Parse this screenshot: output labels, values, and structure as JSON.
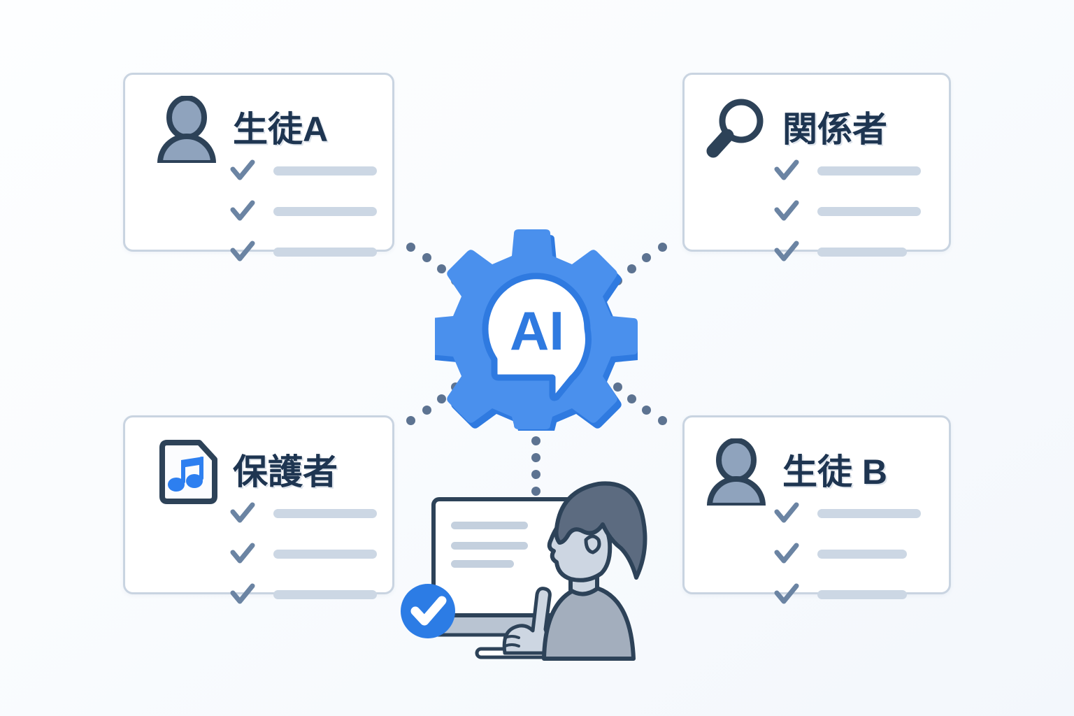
{
  "illustration": {
    "title_concept": "AI",
    "colors": {
      "background_top": "#fdfeff",
      "background_bottom": "#f3f7fc",
      "card_bg": "#ffffff",
      "card_border": "#c9d4e1",
      "title_text": "#1e3551",
      "icon_outline": "#2d4258",
      "icon_fill": "#8fa3bd",
      "check_mark": "#6b84a3",
      "check_line": "#ccd7e4",
      "gear_light": "#4a90ed",
      "gear_dark": "#2f7ae0",
      "accent_blue": "#2c7ce5",
      "dot_color": "#5d7391",
      "hair_color": "#5c6b80",
      "skin_color": "#ccd6e2",
      "body_color": "#a3aebd"
    }
  },
  "center": {
    "label": "AI",
    "icon": "ai-gear-head-icon"
  },
  "cards": [
    {
      "id": "student-a",
      "title": "生徒A",
      "icon": "person-avatar-icon",
      "checklist": [
        {
          "checked": true,
          "line_width": 148
        },
        {
          "checked": true,
          "line_width": 148
        },
        {
          "checked": true,
          "line_width": 148
        }
      ]
    },
    {
      "id": "stakeholder",
      "title": "関係者",
      "icon": "magnifying-glass-icon",
      "checklist": [
        {
          "checked": true,
          "line_width": 148
        },
        {
          "checked": true,
          "line_width": 148
        },
        {
          "checked": true,
          "line_width": 128
        }
      ]
    },
    {
      "id": "guardian",
      "title": "保護者",
      "icon": "music-document-icon",
      "checklist": [
        {
          "checked": true,
          "line_width": 148
        },
        {
          "checked": true,
          "line_width": 148
        },
        {
          "checked": true,
          "line_width": 148
        }
      ]
    },
    {
      "id": "student-b",
      "title": "生徒 B",
      "icon": "person-avatar-icon",
      "checklist": [
        {
          "checked": true,
          "line_width": 148
        },
        {
          "checked": true,
          "line_width": 128
        },
        {
          "checked": true,
          "line_width": 128
        }
      ]
    }
  ],
  "person_scene": {
    "icon": "person-at-monitor-icon",
    "badge": "blue-check-badge",
    "screen_lines": 3
  },
  "connectors": [
    {
      "name": "gear-to-student-a",
      "dots": 4
    },
    {
      "name": "gear-to-stakeholder",
      "dots": 4
    },
    {
      "name": "gear-to-guardian",
      "dots": 4
    },
    {
      "name": "gear-to-student-b",
      "dots": 4
    },
    {
      "name": "gear-to-person",
      "dots": 4
    }
  ]
}
